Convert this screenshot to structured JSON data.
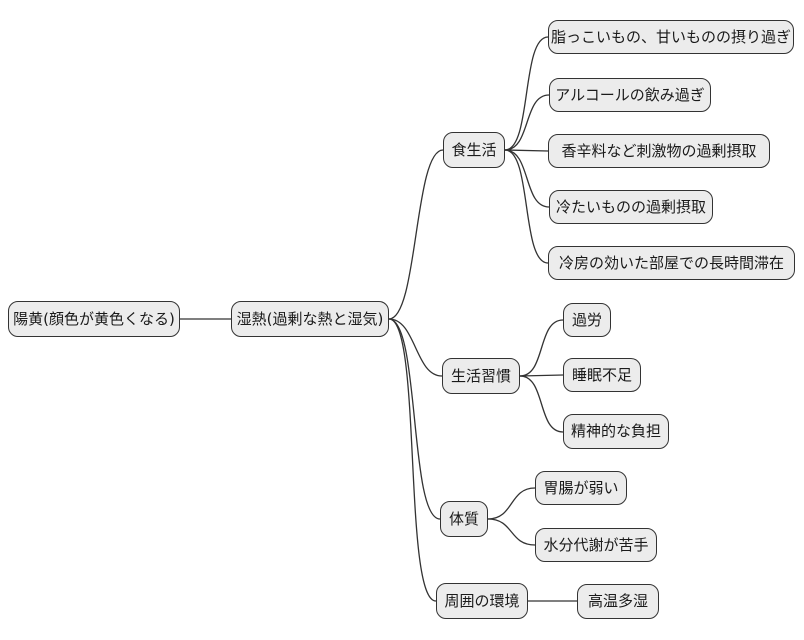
{
  "colors": {
    "background": "#ffffff",
    "node_fill": "#ececec",
    "node_border": "#333333",
    "edge": "#333333",
    "text": "#1a1a1a"
  },
  "mindmap": {
    "root": {
      "label": "陽黄(顔色が黄色くなる)"
    },
    "intermediate": {
      "label": "湿熱(過剰な熱と湿気)"
    },
    "branches": [
      {
        "label": "食生活",
        "children": [
          {
            "label": "脂っこいもの、甘いものの摂り過ぎ"
          },
          {
            "label": "アルコールの飲み過ぎ"
          },
          {
            "label": "香辛料など刺激物の過剰摂取"
          },
          {
            "label": "冷たいものの過剰摂取"
          },
          {
            "label": "冷房の効いた部屋での長時間滞在"
          }
        ]
      },
      {
        "label": "生活習慣",
        "children": [
          {
            "label": "過労"
          },
          {
            "label": "睡眠不足"
          },
          {
            "label": "精神的な負担"
          }
        ]
      },
      {
        "label": "体質",
        "children": [
          {
            "label": "胃腸が弱い"
          },
          {
            "label": "水分代謝が苦手"
          }
        ]
      },
      {
        "label": "周囲の環境",
        "children": [
          {
            "label": "高温多湿"
          }
        ]
      }
    ]
  }
}
